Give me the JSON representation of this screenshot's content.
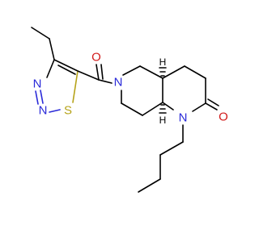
{
  "colors": {
    "carbon": "#000000",
    "nitrogen": "#2a2ad8",
    "oxygen": "#d21a1a",
    "sulfur": "#b6a31a",
    "background": "#ffffff"
  },
  "atoms": {
    "o_carbonyl_amide": "O",
    "n_ring_amide": "N",
    "o_lactam": "O",
    "n_lactam": "N",
    "n_thiadiazole_1": "N",
    "n_thiadiazole_2": "N",
    "s_thiadiazole": "S",
    "h_upper": "H",
    "h_lower": "H"
  }
}
